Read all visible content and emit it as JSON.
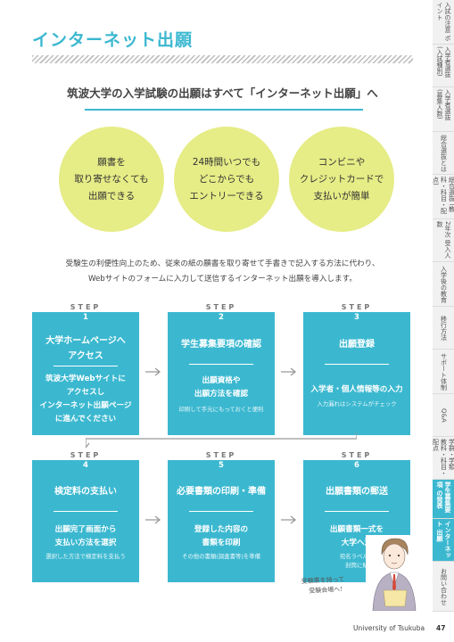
{
  "page": {
    "title": "インターネット出願",
    "lead": "筑波大学の入学試験の出願はすべて「インターネット出願」へ",
    "description": [
      "受験生の利便性向上のため、従来の紙の願書を取り寄せて手書きで記入する方法に代わり、",
      "Webサイトのフォームに入力して送信するインターネット出願を導入します。"
    ]
  },
  "features": [
    {
      "lines": [
        "願書を",
        "取り寄せなくても",
        "出願できる"
      ]
    },
    {
      "lines": [
        "24時間いつでも",
        "どこからでも",
        "エントリーできる"
      ]
    },
    {
      "lines": [
        "コンビニや",
        "クレジットカードで",
        "支払いが簡単"
      ]
    }
  ],
  "steps": [
    {
      "word": "STEP",
      "num": "1",
      "title": [
        "大学ホームページへ",
        "アクセス"
      ],
      "body": [
        "筑波大学Webサイトに",
        "アクセスし",
        "インターネット出願ページ",
        "に進んでください"
      ],
      "note": ""
    },
    {
      "word": "STEP",
      "num": "2",
      "title": [
        "学生募集要項の確認"
      ],
      "body": [
        "出願資格や",
        "出願方法を確認"
      ],
      "note": "印刷して手元にもっておくと便利"
    },
    {
      "word": "STEP",
      "num": "3",
      "title": [
        "出願登録"
      ],
      "body": [
        "入学者・個人情報等の入力"
      ],
      "note": "入力漏れはシステムがチェック"
    },
    {
      "word": "STEP",
      "num": "4",
      "title": [
        "検定料の支払い"
      ],
      "body": [
        "出願完了画面から",
        "支払い方法を選択"
      ],
      "note": "選択した方法で検定料を支払う"
    },
    {
      "word": "STEP",
      "num": "5",
      "title": [
        "必要書類の印刷・準備"
      ],
      "body": [
        "登録した内容の",
        "書類を印刷"
      ],
      "note": "その他の書類(調査書等)を準備"
    },
    {
      "word": "STEP",
      "num": "6",
      "title": [
        "出願書類の郵送"
      ],
      "body": [
        "出願書類一式を",
        "大学へ送"
      ],
      "note": [
        "宛名ラベルを",
        "封筒に貼"
      ]
    }
  ],
  "handnote": [
    "受験票を持って",
    "受験会場へ!"
  ],
  "sidebar": [
    {
      "label": "入試の注意\nポイント",
      "active": false
    },
    {
      "label": "入学者選抜\n(入試種別)",
      "active": false
    },
    {
      "label": "入学者選抜\n(募集人数)",
      "active": false
    },
    {
      "label": "総合選抜とは",
      "active": false
    },
    {
      "label": "総合選抜\n(教科・科目・配点)",
      "active": false
    },
    {
      "label": "2年次\n受入人数",
      "active": false
    },
    {
      "label": "入学後の教育",
      "active": false
    },
    {
      "label": "移行方法",
      "active": false
    },
    {
      "label": "サポート体制",
      "active": false
    },
    {
      "label": "Q&A",
      "active": false
    },
    {
      "label": "学群・学類\n教科・科目・配点",
      "active": false
    },
    {
      "label": "学生募集要項\nの発表",
      "active": true
    },
    {
      "label": "インターネット\n出願",
      "active": true
    },
    {
      "label": "お問い合わせ",
      "active": false
    }
  ],
  "footer": {
    "university": "University of Tsukuba",
    "page_number": "47"
  },
  "colors": {
    "accent": "#3bb8d0",
    "circle": "#e6ec86"
  }
}
